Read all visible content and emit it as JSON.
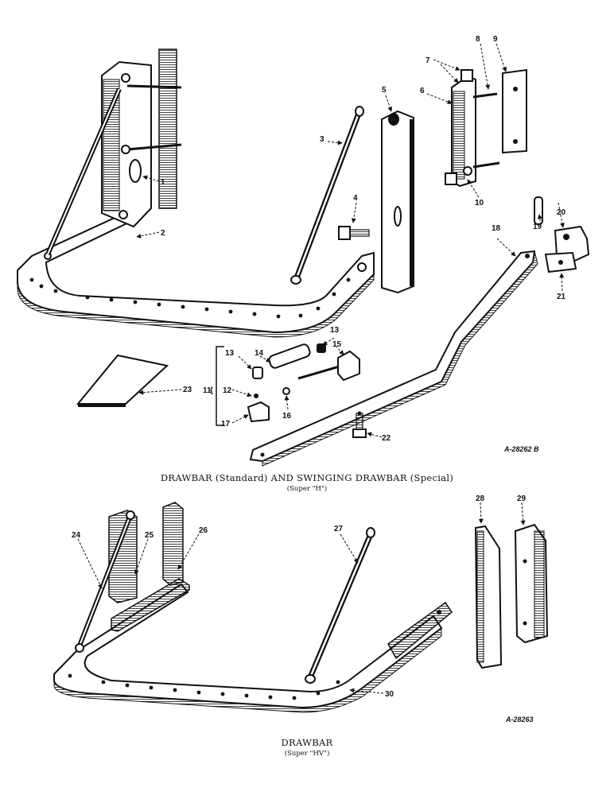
{
  "diagram1": {
    "caption": "DRAWBAR (Standard) AND SWINGING DRAWBAR (Special)",
    "subcaption": "(Super \"H\")",
    "plate_number": "A-28262 B",
    "labels": [
      "1",
      "2",
      "3",
      "4",
      "5",
      "6",
      "7",
      "8",
      "9",
      "10",
      "11",
      "12",
      "13",
      "13",
      "14",
      "15",
      "16",
      "17",
      "18",
      "19",
      "20",
      "21",
      "22",
      "23"
    ]
  },
  "diagram2": {
    "caption": "DRAWBAR",
    "subcaption": "(Super \"HV\")",
    "plate_number": "A-28263",
    "labels": [
      "24",
      "25",
      "26",
      "27",
      "28",
      "29",
      "30"
    ]
  }
}
